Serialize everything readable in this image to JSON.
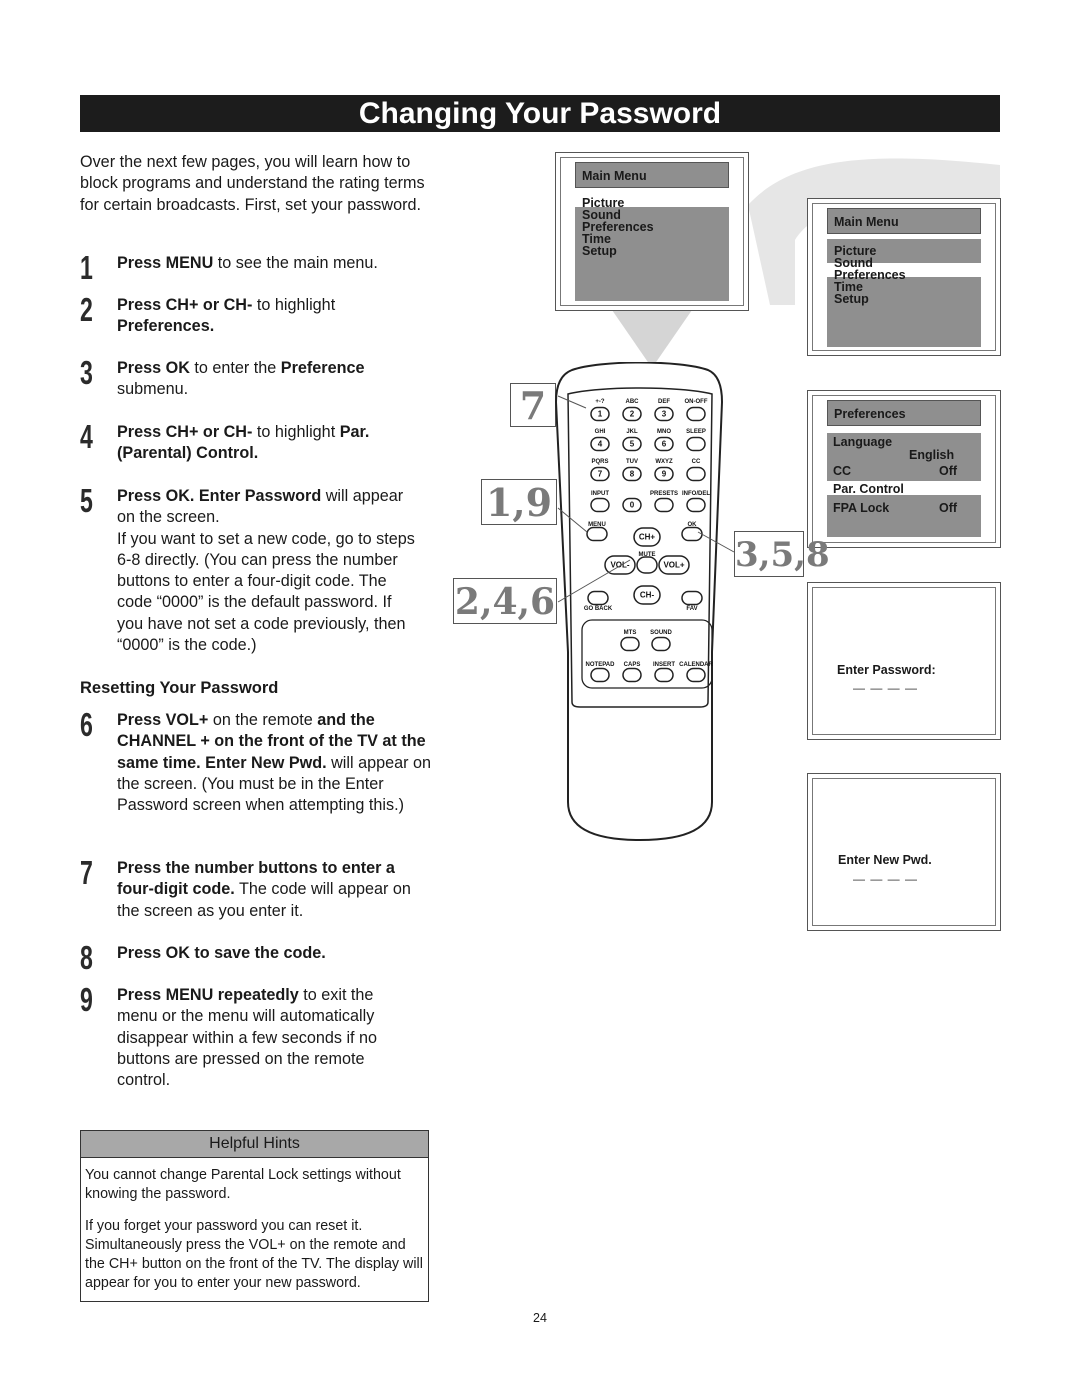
{
  "title": "Changing Your Password",
  "intro": "Over the next few pages, you will learn how to block programs and understand the rating terms for certain broadcasts. First, set your password.",
  "steps": [
    {
      "n": "1",
      "b1": "Press MENU",
      "t1": " to see the main menu."
    },
    {
      "n": "2",
      "b1": "Press CH+ or CH-",
      "t1": " to highlight ",
      "b2": "Preferences."
    },
    {
      "n": "3",
      "b1": "Press OK",
      "t1": " to enter the ",
      "b2": "Preference",
      "t2": " submenu."
    },
    {
      "n": "4",
      "b1": "Press CH+ or CH-",
      "t1": " to highlight ",
      "b2": "Par. (Parental) Control."
    },
    {
      "n": "5",
      "b1": "Press OK. Enter Password",
      "t1": " will appear on the screen.",
      "t2": "If you want to set a new code, go to steps 6-8 directly. (You can press the number buttons to enter a four-digit code. The code “0000” is the default password. If you have not set a code previously, then “0000” is the code.)"
    },
    {
      "n": "6",
      "b1": "Press VOL+",
      "t1": " on the remote ",
      "b2": "and the CHANNEL + on the front of the TV at the same time. Enter New Pwd.",
      "t2": " will appear on the screen. (You must be in the Enter Password screen when attempting this.)"
    },
    {
      "n": "7",
      "b1": "Press the number buttons to enter a four-digit code.",
      "t1": " The code will appear on the screen as you enter it."
    },
    {
      "n": "8",
      "b1": "Press OK to save the code."
    },
    {
      "n": "9",
      "b1": "Press MENU repeatedly",
      "t1": " to exit the menu or the menu will automatically disappear within a few seconds if no buttons are pressed on the remote control."
    }
  ],
  "resetting_heading": "Resetting Your Password",
  "hints": {
    "heading": "Helpful Hints",
    "p1": "You cannot change Parental Lock settings without knowing the password.",
    "p2": "If you forget your password you can reset it. Simultaneously press the VOL+ on the remote and the CH+ button on the front of the TV. The display will appear for you to enter your new password."
  },
  "page_number": "24",
  "screens": {
    "main_menu_title": "Main Menu",
    "main_menu_items": [
      "Picture",
      "Sound",
      "Preferences",
      "Time",
      "Setup"
    ],
    "pref_title": "Preferences",
    "pref_language": "Language",
    "pref_language_value": "English",
    "pref_cc": "CC",
    "pref_cc_value": "Off",
    "pref_par": "Par. Control",
    "pref_fpa": "FPA Lock",
    "pref_fpa_value": "Off",
    "enter_password": "Enter Password:",
    "enter_new_pwd": "Enter New Pwd.",
    "dashes": "— — — —"
  },
  "callouts": {
    "c7": "7",
    "c19": "1,9",
    "c246": "2,4,6",
    "c358": "3,5,8"
  },
  "remote": {
    "r1": [
      "+-?",
      "ABC",
      "DEF",
      "ON-OFF"
    ],
    "r1n": [
      "1",
      "2",
      "3"
    ],
    "r2": [
      "GHI",
      "JKL",
      "MNO",
      "SLEEP"
    ],
    "r2n": [
      "4",
      "5",
      "6"
    ],
    "r3": [
      "PQRS",
      "TUV",
      "WXYZ",
      "CC"
    ],
    "r3n": [
      "7",
      "8",
      "9"
    ],
    "r4": [
      "INPUT",
      "PRESETS",
      "INFO/DEL"
    ],
    "r4n": "0",
    "menu": "MENU",
    "ok": "OK",
    "chp": "CH+",
    "mute": "MUTE",
    "volm": "VOL-",
    "volp": "VOL+",
    "chm": "CH-",
    "goback": "GO BACK",
    "fav": "FAV",
    "mts": "MTS",
    "sound": "SOUND",
    "r7": [
      "NOTEPAD",
      "CAPS",
      "INSERT",
      "CALENDAR"
    ]
  }
}
